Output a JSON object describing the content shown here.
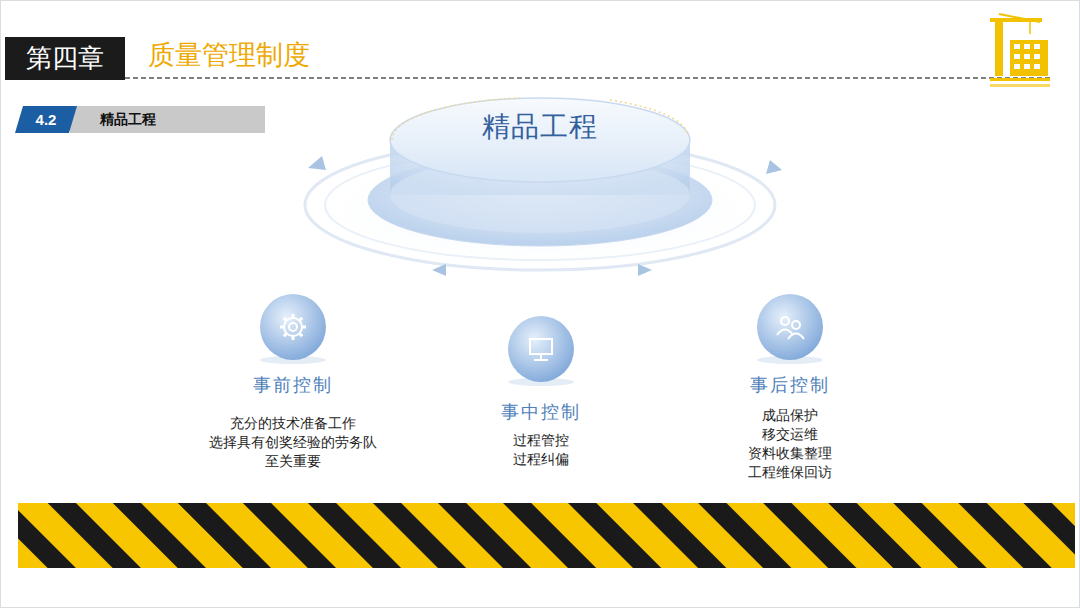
{
  "diagram": {
    "title": "质量管理制度",
    "nodes": [
      {
        "text": [
          "第四章"
        ]
      },
      {
        "text": [
          "4.2"
        ]
      },
      {
        "text": [
          "精品工程"
        ]
      },
      {
        "text": [
          "精品工程"
        ]
      },
      {
        "text": [
          "事前控制",
          "充分的技术准备工作 选择具有创奖经验的劳务队 至关重要"
        ]
      },
      {
        "text": [
          "事中控制",
          "过程管控 过程纠偏"
        ]
      },
      {
        "text": [
          "事后控制",
          "成品保护 移交运维 资料收集整理 工程维保回访"
        ]
      }
    ]
  }
}
